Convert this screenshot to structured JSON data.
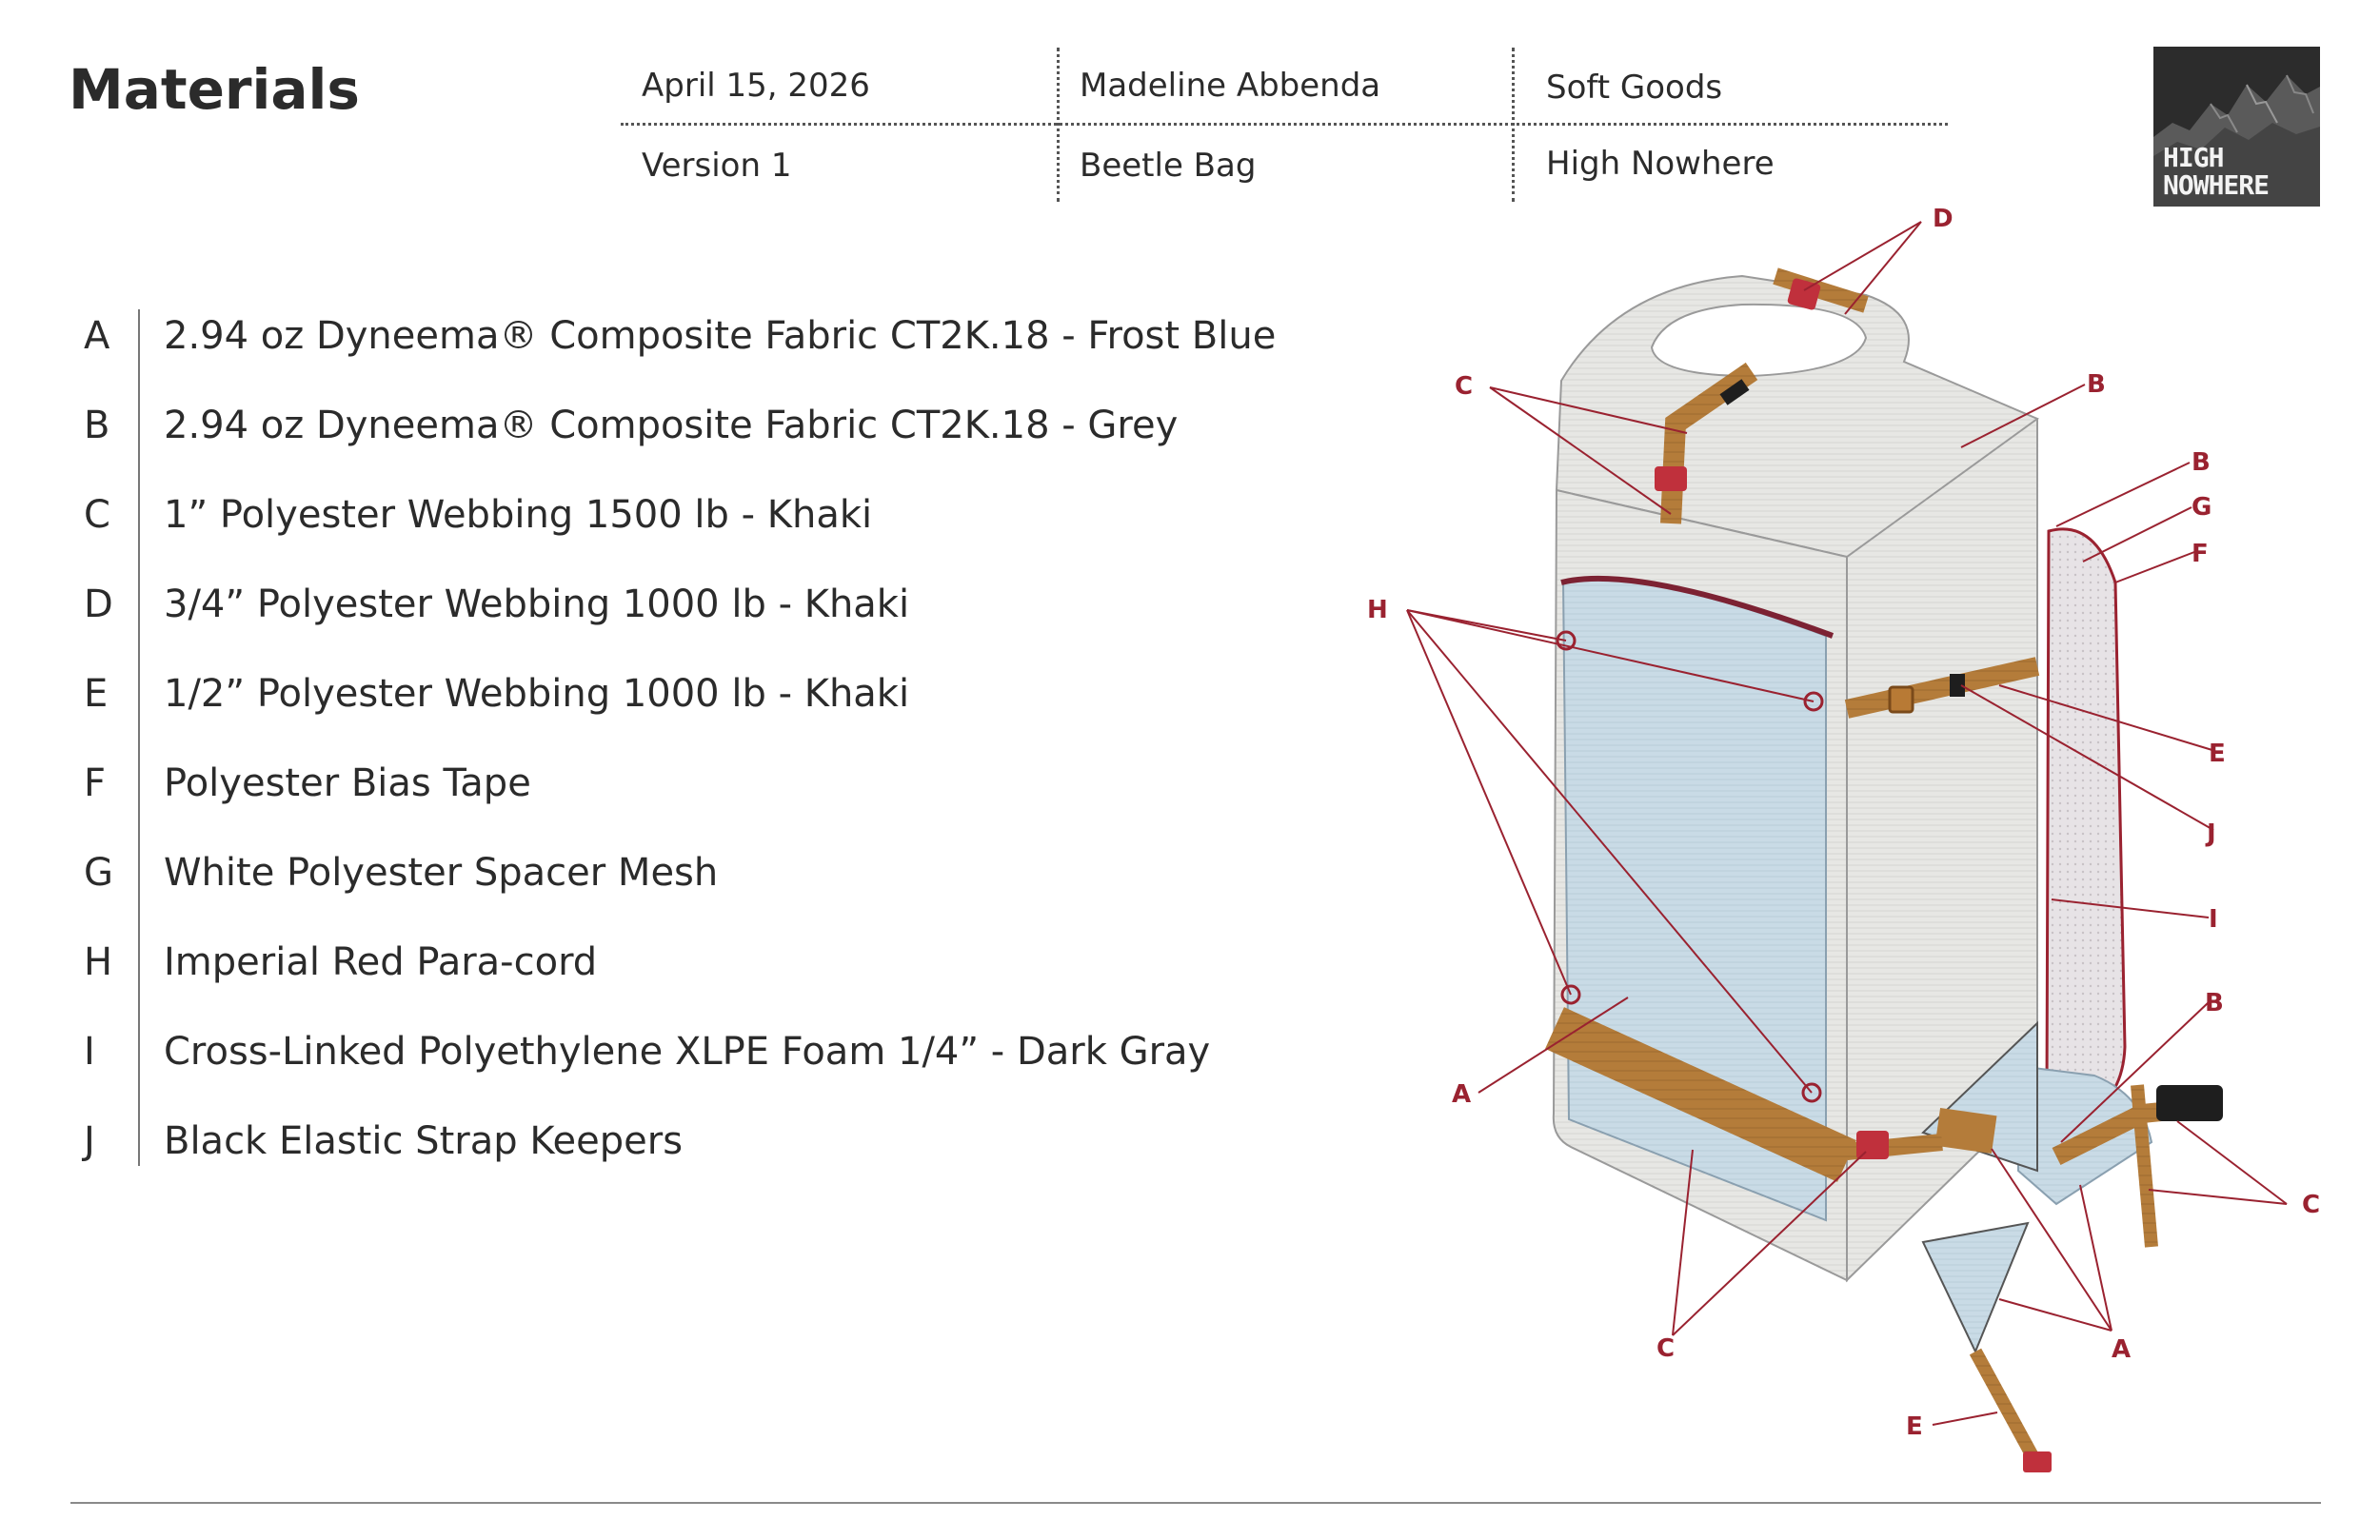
{
  "header": {
    "title": "Materials",
    "date": "April 15, 2026",
    "version": "Version 1",
    "designer": "Madeline Abbenda",
    "product": "Beetle Bag",
    "category": "Soft Goods",
    "brand": "High Nowhere"
  },
  "logo": {
    "line1": "HIGH",
    "line2": "NOWHERE"
  },
  "legend": [
    {
      "letter": "A",
      "text": "2.94 oz Dyneema® Composite Fabric CT2K.18  - Frost Blue"
    },
    {
      "letter": "B",
      "text": "2.94 oz Dyneema® Composite Fabric CT2K.18  - Grey"
    },
    {
      "letter": "C",
      "text": "1” Polyester Webbing 1500 lb - Khaki"
    },
    {
      "letter": "D",
      "text": "3/4” Polyester Webbing 1000 lb - Khaki"
    },
    {
      "letter": "E",
      "text": "1/2” Polyester Webbing 1000 lb - Khaki"
    },
    {
      "letter": "F",
      "text": "Polyester Bias Tape"
    },
    {
      "letter": "G",
      "text": "White Polyester Spacer Mesh"
    },
    {
      "letter": "H",
      "text": "Imperial Red Para-cord"
    },
    {
      "letter": "I",
      "text": "Cross-Linked Polyethylene XLPE Foam 1/4” - Dark Gray"
    },
    {
      "letter": "J",
      "text": "Black Elastic Strap Keepers"
    }
  ],
  "callouts": [
    "D",
    "C",
    "B",
    "B",
    "G",
    "F",
    "H",
    "E",
    "J",
    "I",
    "B",
    "A",
    "C",
    "C",
    "A",
    "E"
  ],
  "colors": {
    "accent_red": "#9a2230",
    "fabric_grey": "#e6e6e3",
    "fabric_blue": "#c5d7e2",
    "webbing_khaki": "#b07a3a",
    "buckle_red": "#c0303c"
  }
}
